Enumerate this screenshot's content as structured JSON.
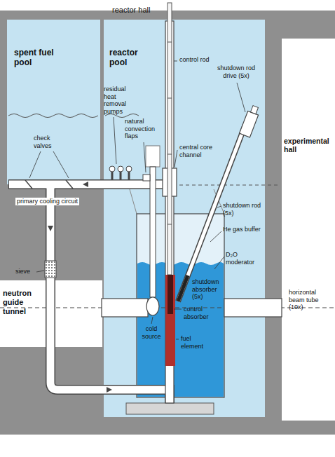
{
  "diagram": {
    "labels": [
      "reactor hall",
      "spent fuel pool",
      "reactor pool",
      "control rod",
      "shutdown rod drive (5x)",
      "residual heat removal pumps",
      "natural convection flaps",
      "check valves",
      "experimental hall",
      "central core channel",
      "primary cooling circuit",
      "shutdown rod (5x)",
      "He gas buffer",
      "D₂O moderator",
      "sieve",
      "shutdown absorber (5x)",
      "neutron guide tunnel",
      "horizontal beam tube (10x)",
      "control absorber",
      "cold source",
      "fuel element"
    ]
  }
}
